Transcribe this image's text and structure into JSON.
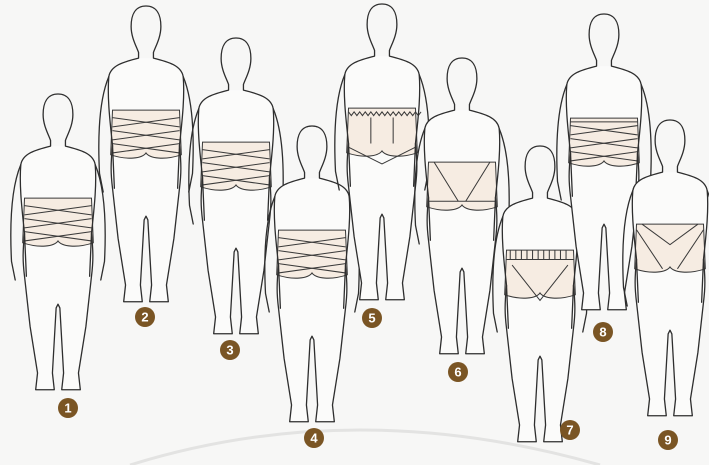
{
  "figures": [
    {
      "label": "1",
      "variant": "cross-wrap",
      "color": "#f6ece2"
    },
    {
      "label": "2",
      "variant": "cross-wrap-high",
      "color": "#f6ece2"
    },
    {
      "label": "3",
      "variant": "cross-wrap",
      "color": "#f6ece2"
    },
    {
      "label": "4",
      "variant": "cross-wrap",
      "color": "#f6ece2"
    },
    {
      "label": "5",
      "variant": "lace-trim",
      "color": "#f6ece2"
    },
    {
      "label": "6",
      "variant": "triangle-seams",
      "color": "#f6ece2"
    },
    {
      "label": "7",
      "variant": "waistband-v",
      "color": "#f6ece2"
    },
    {
      "label": "8",
      "variant": "cross-wrap-band",
      "color": "#f6ece2"
    },
    {
      "label": "9",
      "variant": "diagonal-panels",
      "color": "#f6ece2"
    }
  ],
  "badge_color": "#7a5524"
}
